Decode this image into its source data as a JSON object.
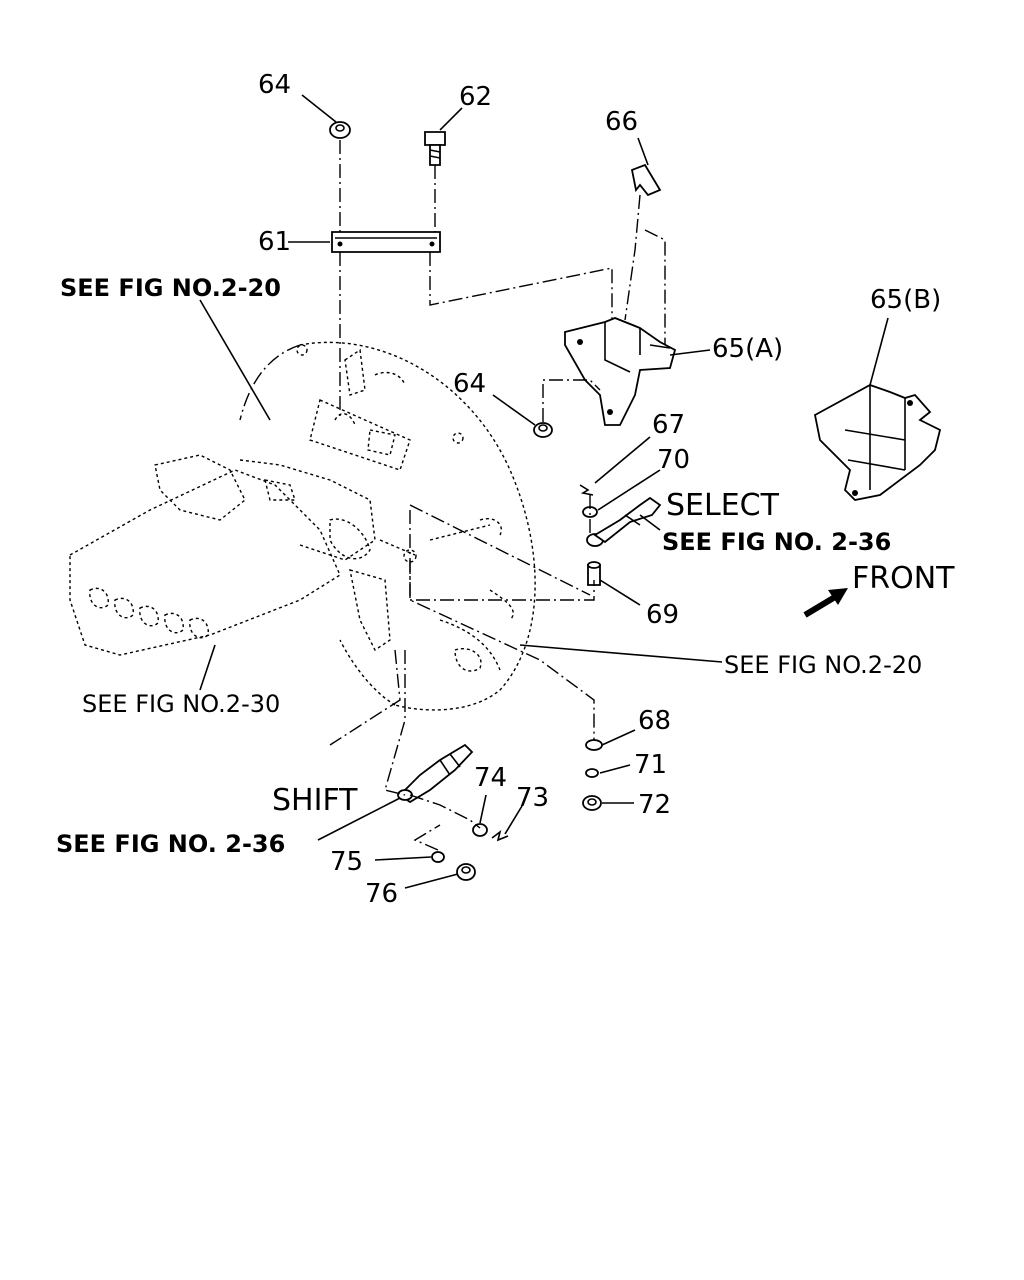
{
  "diagram": {
    "callouts": {
      "p64a": "64",
      "p62": "62",
      "p66": "66",
      "p61": "61",
      "p65a": "65(A)",
      "p65b": "65(B)",
      "p64b": "64",
      "p67": "67",
      "p70": "70",
      "p69": "69",
      "p68": "68",
      "p71": "71",
      "p72": "72",
      "p74": "74",
      "p73": "73",
      "p75": "75",
      "p76": "76"
    },
    "labels": {
      "select": "SELECT",
      "shift": "SHIFT",
      "front": "FRONT"
    },
    "references": {
      "ref_top_left": "SEE FIG NO.2-20",
      "ref_select": "SEE FIG NO. 2-36",
      "ref_right": "SEE FIG NO.2-20",
      "ref_bottom_left": "SEE FIG NO.2-30",
      "ref_shift": "SEE FIG NO. 2-36"
    }
  }
}
